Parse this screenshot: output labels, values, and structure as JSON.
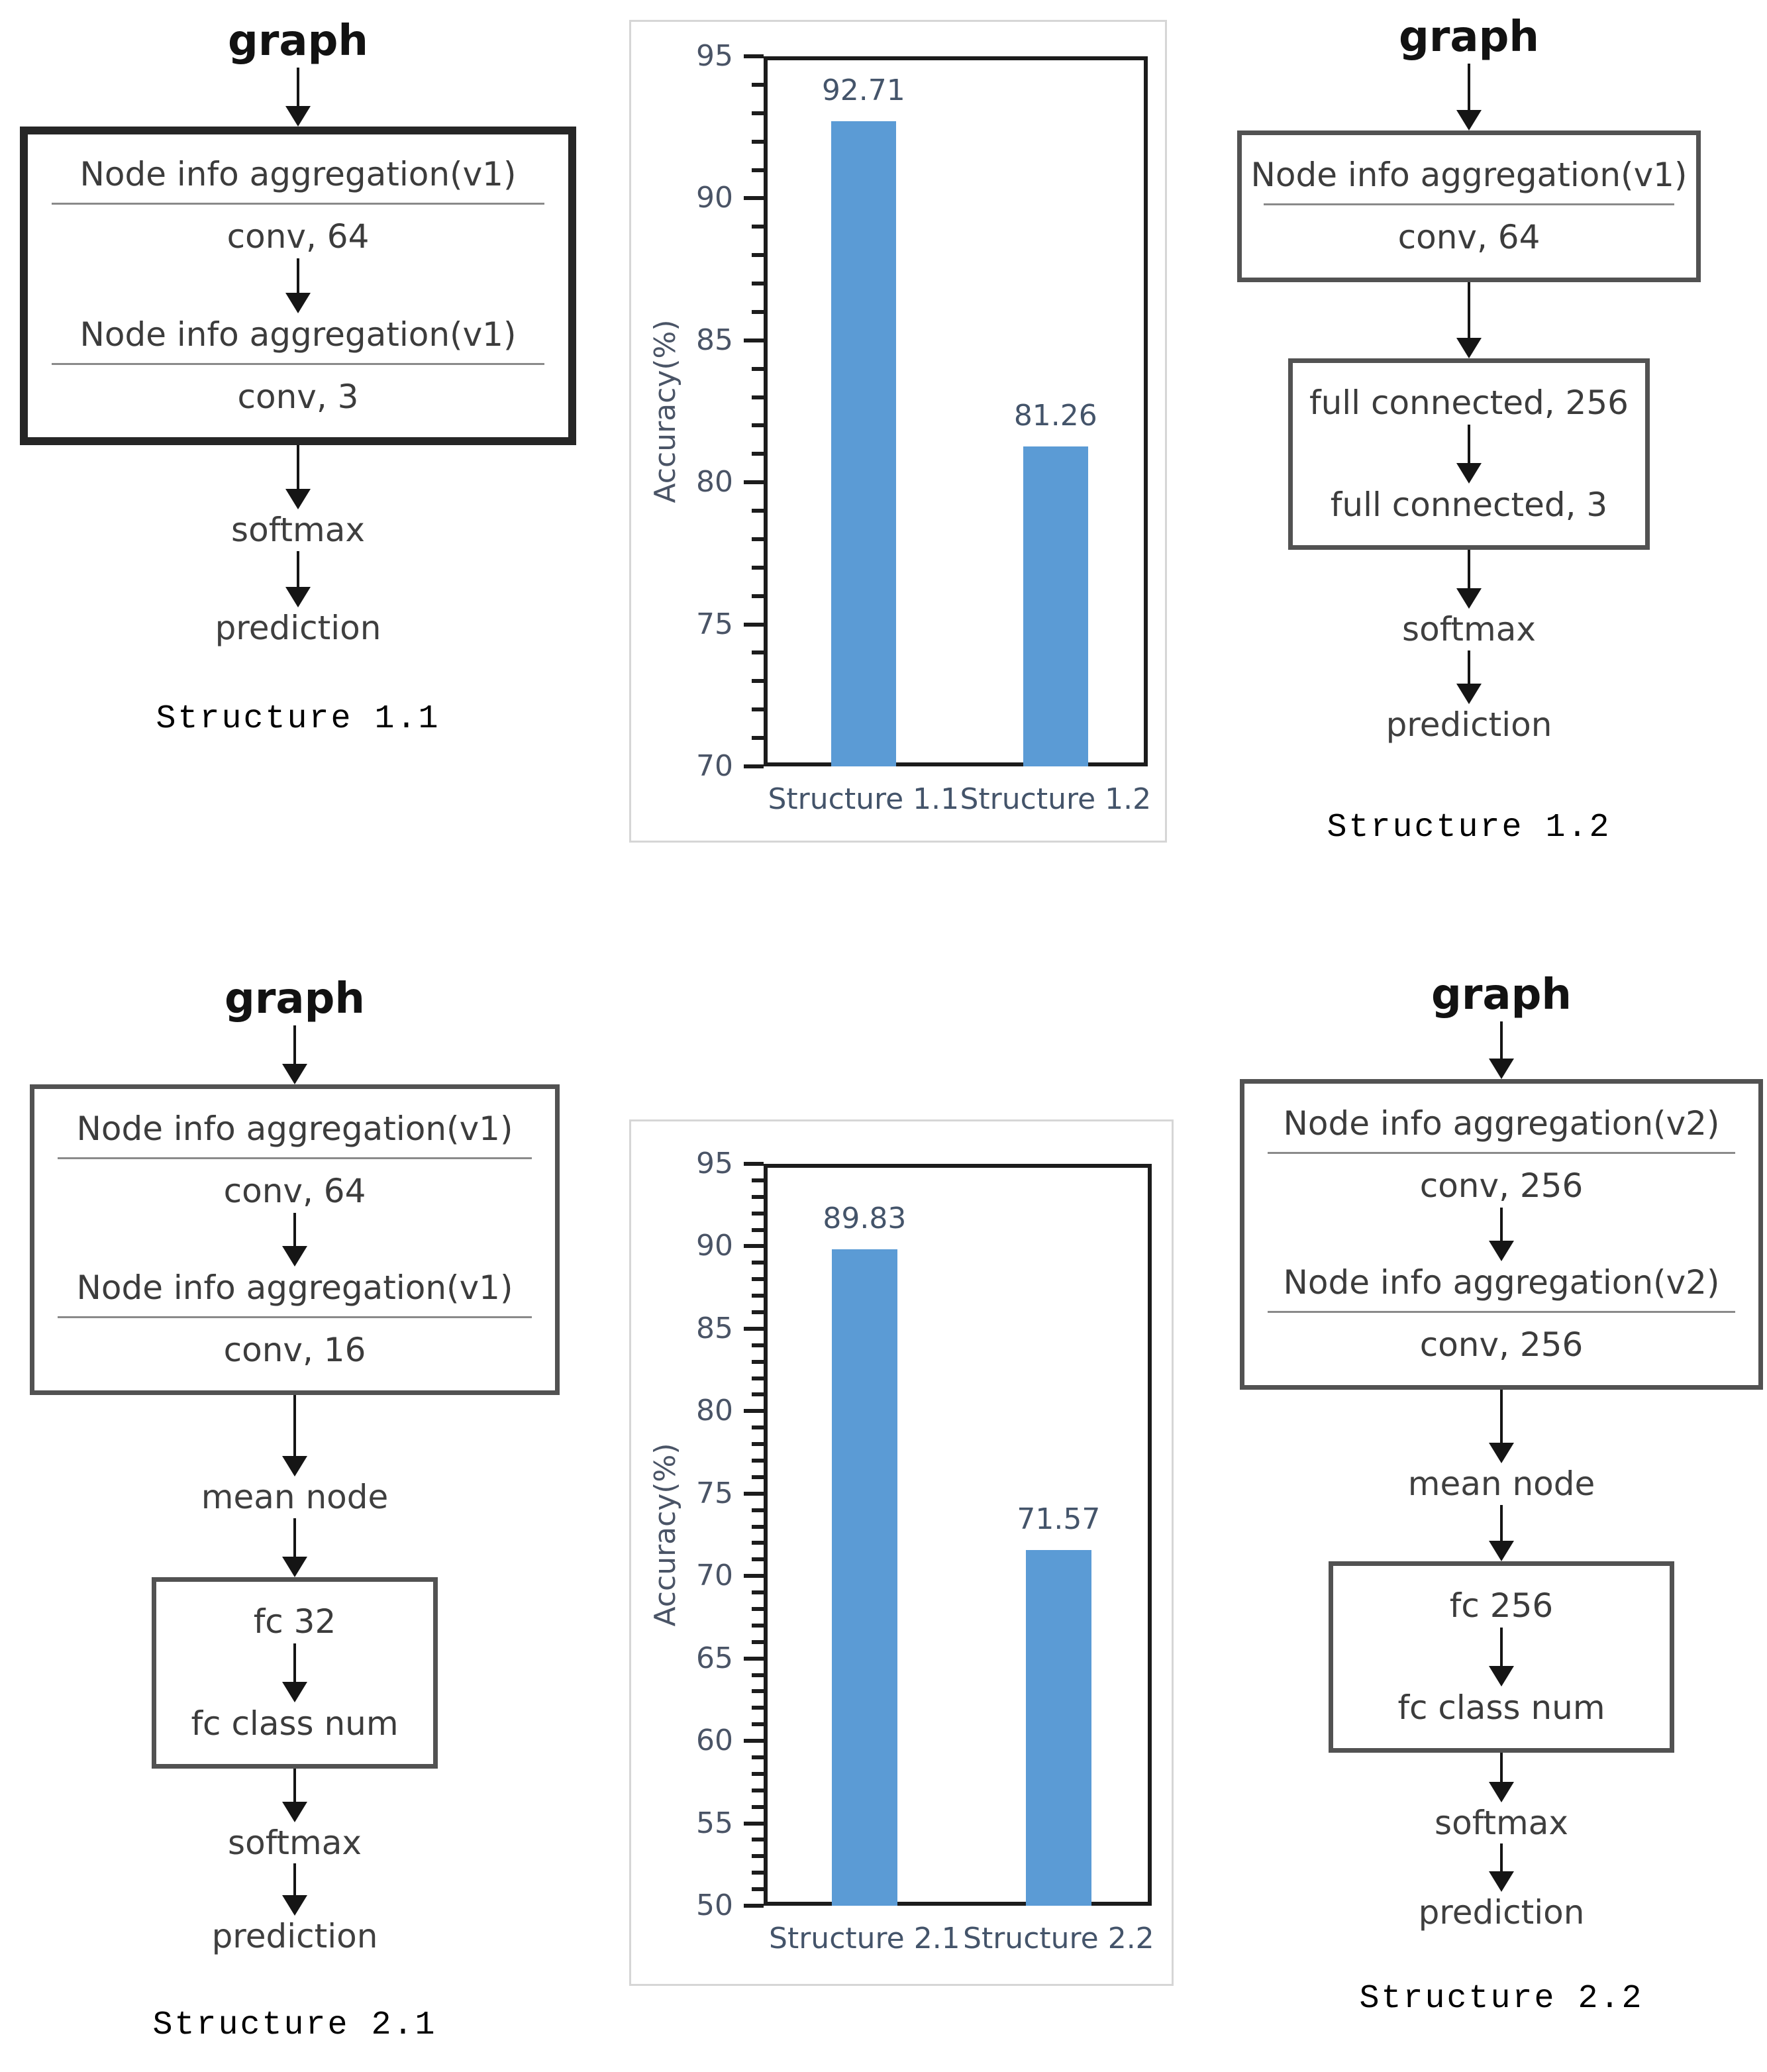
{
  "diagrams": {
    "s11": {
      "caption": "Structure 1.1",
      "flow": [
        {
          "t": "label",
          "style": "big",
          "text": "graph"
        },
        {
          "t": "arrow",
          "h": 58
        },
        {
          "t": "box",
          "style": "thick",
          "items": [
            {
              "t": "text",
              "text": "Node info aggregation(v1)"
            },
            {
              "t": "rule"
            },
            {
              "t": "text",
              "text": "conv, 64"
            },
            {
              "t": "arrow",
              "h": 52
            },
            {
              "t": "text",
              "text": "Node info aggregation(v1)"
            },
            {
              "t": "rule"
            },
            {
              "t": "text",
              "text": "conv, 3"
            }
          ]
        },
        {
          "t": "arrow",
          "h": 66
        },
        {
          "t": "label",
          "text": "softmax"
        },
        {
          "t": "arrow",
          "h": 54
        },
        {
          "t": "label",
          "text": "prediction"
        }
      ]
    },
    "s12": {
      "caption": "Structure 1.2",
      "flow": [
        {
          "t": "label",
          "style": "big",
          "text": "graph"
        },
        {
          "t": "arrow",
          "h": 70
        },
        {
          "t": "box",
          "items": [
            {
              "t": "text",
              "text": "Node info aggregation(v1)"
            },
            {
              "t": "rule"
            },
            {
              "t": "text",
              "text": "conv, 64"
            }
          ]
        },
        {
          "t": "arrow",
          "h": 84
        },
        {
          "t": "box",
          "w": 0.78,
          "items": [
            {
              "t": "text",
              "text": "full connected, 256"
            },
            {
              "t": "arrow",
              "h": 58
            },
            {
              "t": "text",
              "text": "full connected, 3"
            }
          ]
        },
        {
          "t": "arrow",
          "h": 58
        },
        {
          "t": "label",
          "text": "softmax"
        },
        {
          "t": "arrow",
          "h": 50
        },
        {
          "t": "label",
          "text": "prediction"
        }
      ]
    },
    "s21": {
      "caption": "Structure 2.1",
      "flow": [
        {
          "t": "label",
          "style": "big",
          "text": "graph"
        },
        {
          "t": "arrow",
          "h": 58
        },
        {
          "t": "box",
          "items": [
            {
              "t": "text",
              "text": "Node info aggregation(v1)"
            },
            {
              "t": "rule"
            },
            {
              "t": "text",
              "text": "conv, 64"
            },
            {
              "t": "arrow",
              "h": 50
            },
            {
              "t": "text",
              "text": "Node info aggregation(v1)"
            },
            {
              "t": "rule"
            },
            {
              "t": "text",
              "text": "conv, 16"
            }
          ]
        },
        {
          "t": "arrow",
          "h": 92
        },
        {
          "t": "label",
          "text": "mean node"
        },
        {
          "t": "arrow",
          "h": 58
        },
        {
          "t": "box",
          "w": 0.54,
          "items": [
            {
              "t": "text",
              "text": "fc 32"
            },
            {
              "t": "arrow",
              "h": 58
            },
            {
              "t": "text",
              "text": "fc class num"
            }
          ]
        },
        {
          "t": "arrow",
          "h": 50
        },
        {
          "t": "label",
          "text": "softmax"
        },
        {
          "t": "arrow",
          "h": 48
        },
        {
          "t": "label",
          "text": "prediction"
        }
      ]
    },
    "s22": {
      "caption": "Structure 2.2",
      "flow": [
        {
          "t": "label",
          "style": "big",
          "text": "graph"
        },
        {
          "t": "arrow",
          "h": 56
        },
        {
          "t": "box",
          "items": [
            {
              "t": "text",
              "text": "Node info aggregation(v2)"
            },
            {
              "t": "rule"
            },
            {
              "t": "text",
              "text": "conv, 256"
            },
            {
              "t": "arrow",
              "h": 50
            },
            {
              "t": "text",
              "text": "Node info aggregation(v2)"
            },
            {
              "t": "rule"
            },
            {
              "t": "text",
              "text": "conv, 256"
            }
          ]
        },
        {
          "t": "arrow",
          "h": 80
        },
        {
          "t": "label",
          "text": "mean node"
        },
        {
          "t": "arrow",
          "h": 54
        },
        {
          "t": "box",
          "w": 0.66,
          "items": [
            {
              "t": "text",
              "text": "fc 256"
            },
            {
              "t": "arrow",
              "h": 58
            },
            {
              "t": "text",
              "text": "fc class num"
            }
          ]
        },
        {
          "t": "arrow",
          "h": 44
        },
        {
          "t": "label",
          "text": "softmax"
        },
        {
          "t": "arrow",
          "h": 42
        },
        {
          "t": "label",
          "text": "prediction"
        }
      ]
    }
  },
  "chart_data": [
    {
      "type": "bar",
      "title": "",
      "categories": [
        "Structure 1.1",
        "Structure 1.2"
      ],
      "values": [
        92.71,
        81.26
      ],
      "value_labels": [
        "92.71",
        "81.26"
      ],
      "xlabel": "",
      "ylabel": "Accuracy(%)",
      "ylim": [
        70,
        95
      ],
      "ytick_major": 5,
      "ytick_minor": 1,
      "grid": false,
      "legend_position": "none",
      "bar_color": "#5B9BD5",
      "axis_color": "#1c1c1c",
      "tick_label_color": "#4a5466"
    },
    {
      "type": "bar",
      "title": "",
      "categories": [
        "Structure 2.1",
        "Structure 2.2"
      ],
      "values": [
        89.83,
        71.57
      ],
      "value_labels": [
        "89.83",
        "71.57"
      ],
      "xlabel": "",
      "ylabel": "Accuracy(%)",
      "ylim": [
        50,
        95
      ],
      "ytick_major": 5,
      "ytick_minor": 1,
      "grid": false,
      "legend_position": "none",
      "bar_color": "#5B9BD5",
      "axis_color": "#1c1c1c",
      "tick_label_color": "#4a5466"
    }
  ]
}
